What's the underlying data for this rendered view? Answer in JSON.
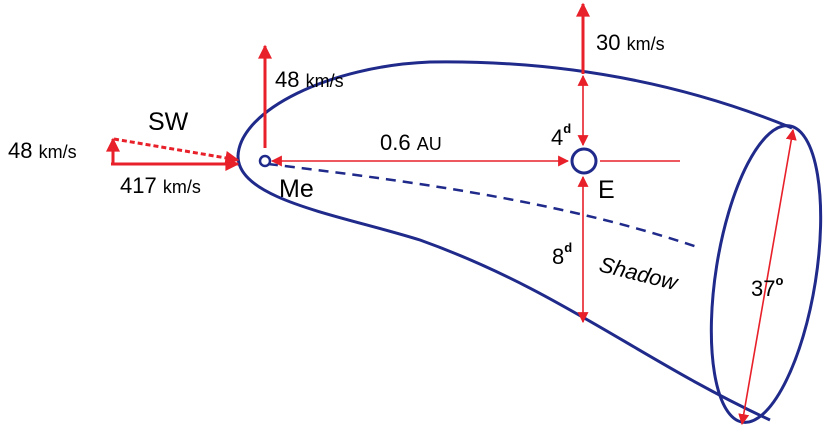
{
  "labels": {
    "sw": "SW",
    "sw_lateral_num": "48",
    "sw_radial_num": "417",
    "mercury_speed_num": "48",
    "earth_speed_num": "30",
    "speed_unit": "km/s",
    "distance_num": "0.6",
    "distance_unit": "AU",
    "mercury": "Me",
    "earth": "E",
    "shadow": "Shadow",
    "time_before": "4",
    "time_after": "8",
    "time_sup": "d",
    "angle_num": "37",
    "angle_sup": "o"
  },
  "colors": {
    "arrow": "#e8202a",
    "outline": "#1f2a8a",
    "text": "#000000"
  }
}
